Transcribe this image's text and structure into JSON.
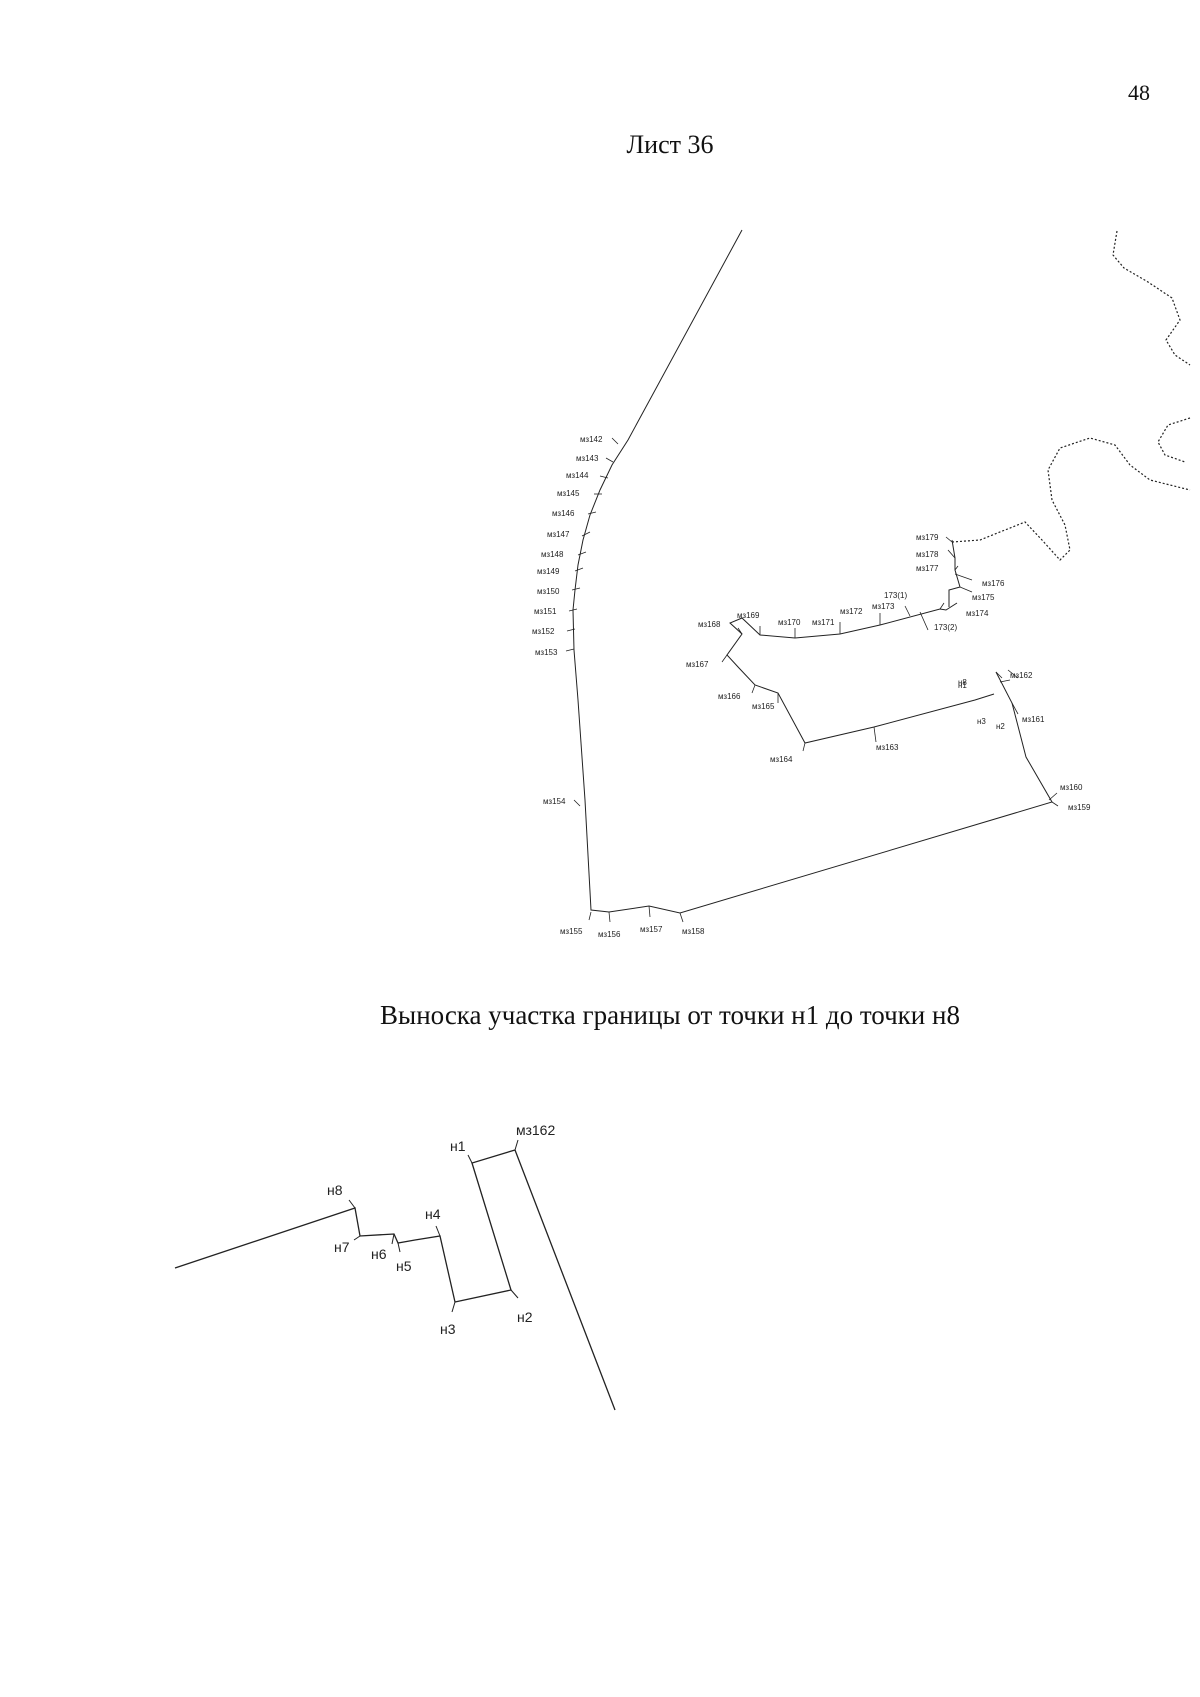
{
  "page_number": "48",
  "sheet_title": "Лист 36",
  "callout_title": "Выноска участка границы от точки н1 до точки н8",
  "main_map": {
    "labels": {
      "p142": "мз142",
      "p143": "мз143",
      "p144": "мз144",
      "p145": "мз145",
      "p146": "мз146",
      "p147": "мз147",
      "p148": "мз148",
      "p149": "мз149",
      "p150": "мз150",
      "p151": "мз151",
      "p152": "мз152",
      "p153": "мз153",
      "p154": "мз154",
      "p155": "мз155",
      "p156": "мз156",
      "p157": "мз157",
      "p158": "мз158",
      "p159": "мз159",
      "p160": "мз160",
      "p161": "мз161",
      "p162": "мз162",
      "p163": "мз163",
      "p164": "мз164",
      "p165": "мз165",
      "p166": "мз166",
      "p167": "мз167",
      "p168": "мз168",
      "p169": "мз169",
      "p170": "мз170",
      "p171": "мз171",
      "p172": "мз172",
      "p173": "мз173",
      "p173_1": "173(1)",
      "p173_2": "173(2)",
      "p174": "мз174",
      "p175": "мз175",
      "p176": "мз176",
      "p177": "мз177",
      "p178": "мз178",
      "p179": "мз179",
      "n1": "н1",
      "n2": "н2",
      "n3": "н3",
      "n8": "н8"
    }
  },
  "callout_map": {
    "labels": {
      "n1": "н1",
      "n2": "н2",
      "n3": "н3",
      "n4": "н4",
      "n5": "н5",
      "n6": "н6",
      "n7": "н7",
      "n8": "н8",
      "p162": "мз162"
    }
  }
}
